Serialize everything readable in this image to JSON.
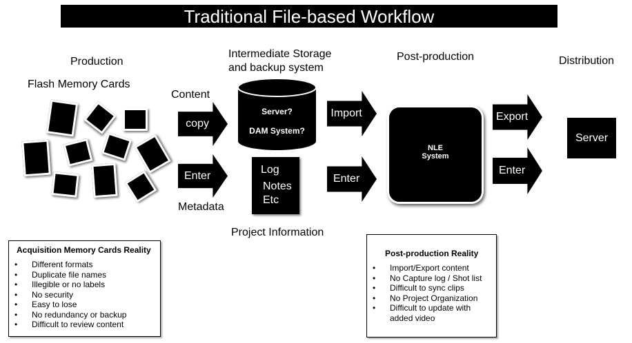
{
  "title": "Traditional File-based Workflow",
  "stages": {
    "production": "Production",
    "intermediate_line1": "Intermediate Storage",
    "intermediate_line2": "and backup system",
    "post_production": "Post-production",
    "distribution": "Distribution"
  },
  "labels": {
    "flash_cards": "Flash Memory Cards",
    "content": "Content",
    "metadata": "Metadata",
    "project_information": "Project Information"
  },
  "arrows": {
    "copy": "copy",
    "enter_metadata": "Enter",
    "import": "Import",
    "enter_post": "Enter",
    "export": "Export",
    "enter_dist": "Enter"
  },
  "storage": {
    "server": "Server?",
    "dam": "DAM System?"
  },
  "project_box": {
    "line1": "Log",
    "line2": "Notes",
    "line3": "Etc"
  },
  "nle": {
    "line1": "NLE",
    "line2": "System"
  },
  "distribution_server": "Server",
  "acquisition_box": {
    "heading": "Acquisition Memory Cards Reality",
    "items": [
      "Different formats",
      "Duplicate file names",
      "Illegible or no labels",
      "No security",
      "Easy to lose",
      "No redundancy or backup",
      "Difficult to review content"
    ]
  },
  "post_box": {
    "heading": "Post-production Reality",
    "items": [
      "Import/Export content",
      "No Capture log / Shot list",
      "Difficult to sync clips",
      "No Project Organization",
      "Difficult to update with added video"
    ]
  }
}
